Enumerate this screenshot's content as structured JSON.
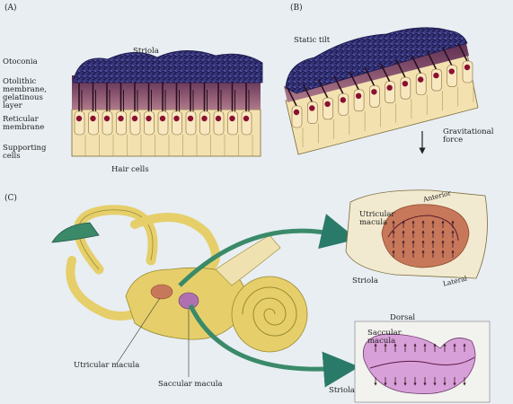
{
  "panels": {
    "a": "(A)",
    "b": "(B)",
    "c": "(C)"
  },
  "panel_a": {
    "striola": "Striola",
    "otoconia": "Otoconia",
    "otolithic_membrane_1": "Otolithic",
    "otolithic_membrane_2": "membrane,",
    "otolithic_membrane_3": "gelatinous",
    "otolithic_membrane_4": "layer",
    "reticular_membrane_1": "Reticular",
    "reticular_membrane_2": "membrane",
    "supporting_cells_1": "Supporting",
    "supporting_cells_2": "cells",
    "hair_cells": "Hair cells"
  },
  "panel_b": {
    "static_tilt": "Static tilt",
    "gravitational_force_1": "Gravitational",
    "gravitational_force_2": "force"
  },
  "panel_c": {
    "utricular_macula": "Utricular macula",
    "saccular_macula": "Saccular macula",
    "anterior": "Anterior",
    "utricular_macula_detail_1": "Utricular",
    "utricular_macula_detail_2": "macula",
    "striola_upper": "Striola",
    "lateral": "Lateral",
    "dorsal": "Dorsal",
    "saccular_macula_detail_1": "Saccular",
    "saccular_macula_detail_2": "macula",
    "striola_lower": "Striola"
  },
  "colors": {
    "otoconia": "#2c2a6e",
    "gelatinous": "#7a3a5a",
    "cell_body": "#f3e2b0",
    "nucleus": "#8a1030",
    "labyrinth": "#e6cf6a",
    "nerve_green": "#3a8a6a",
    "utricle_fill": "#c8785a",
    "saccule_fill": "#d8a0d8"
  },
  "icons": {
    "gravity_arrow": "arrow-down-icon",
    "projection_arrows": "curved-arrow-icon"
  }
}
